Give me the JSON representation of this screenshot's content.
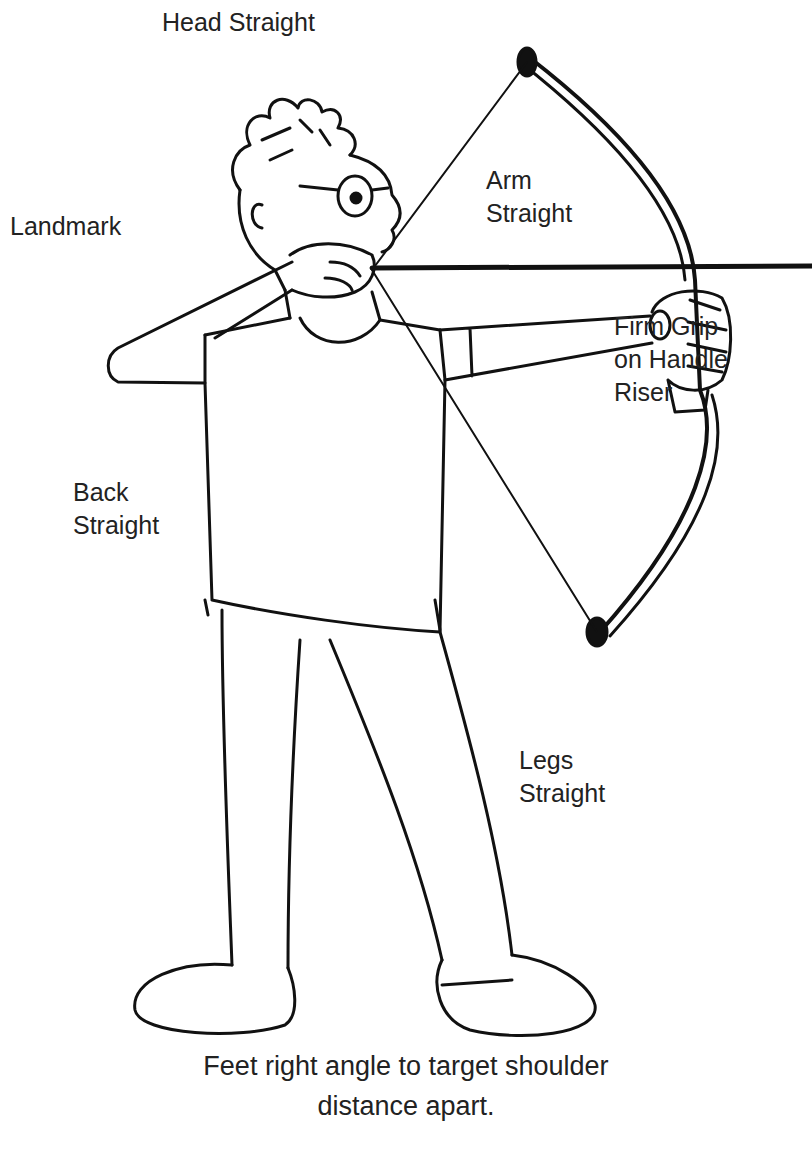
{
  "diagram": {
    "caption": "Feet right angle to target shoulder distance apart.",
    "labels": [
      "Head Straight",
      "Landmark",
      "Arm Straight",
      "Firm Grip on Handle Riser",
      "Back Straight",
      "Legs Straight"
    ]
  }
}
